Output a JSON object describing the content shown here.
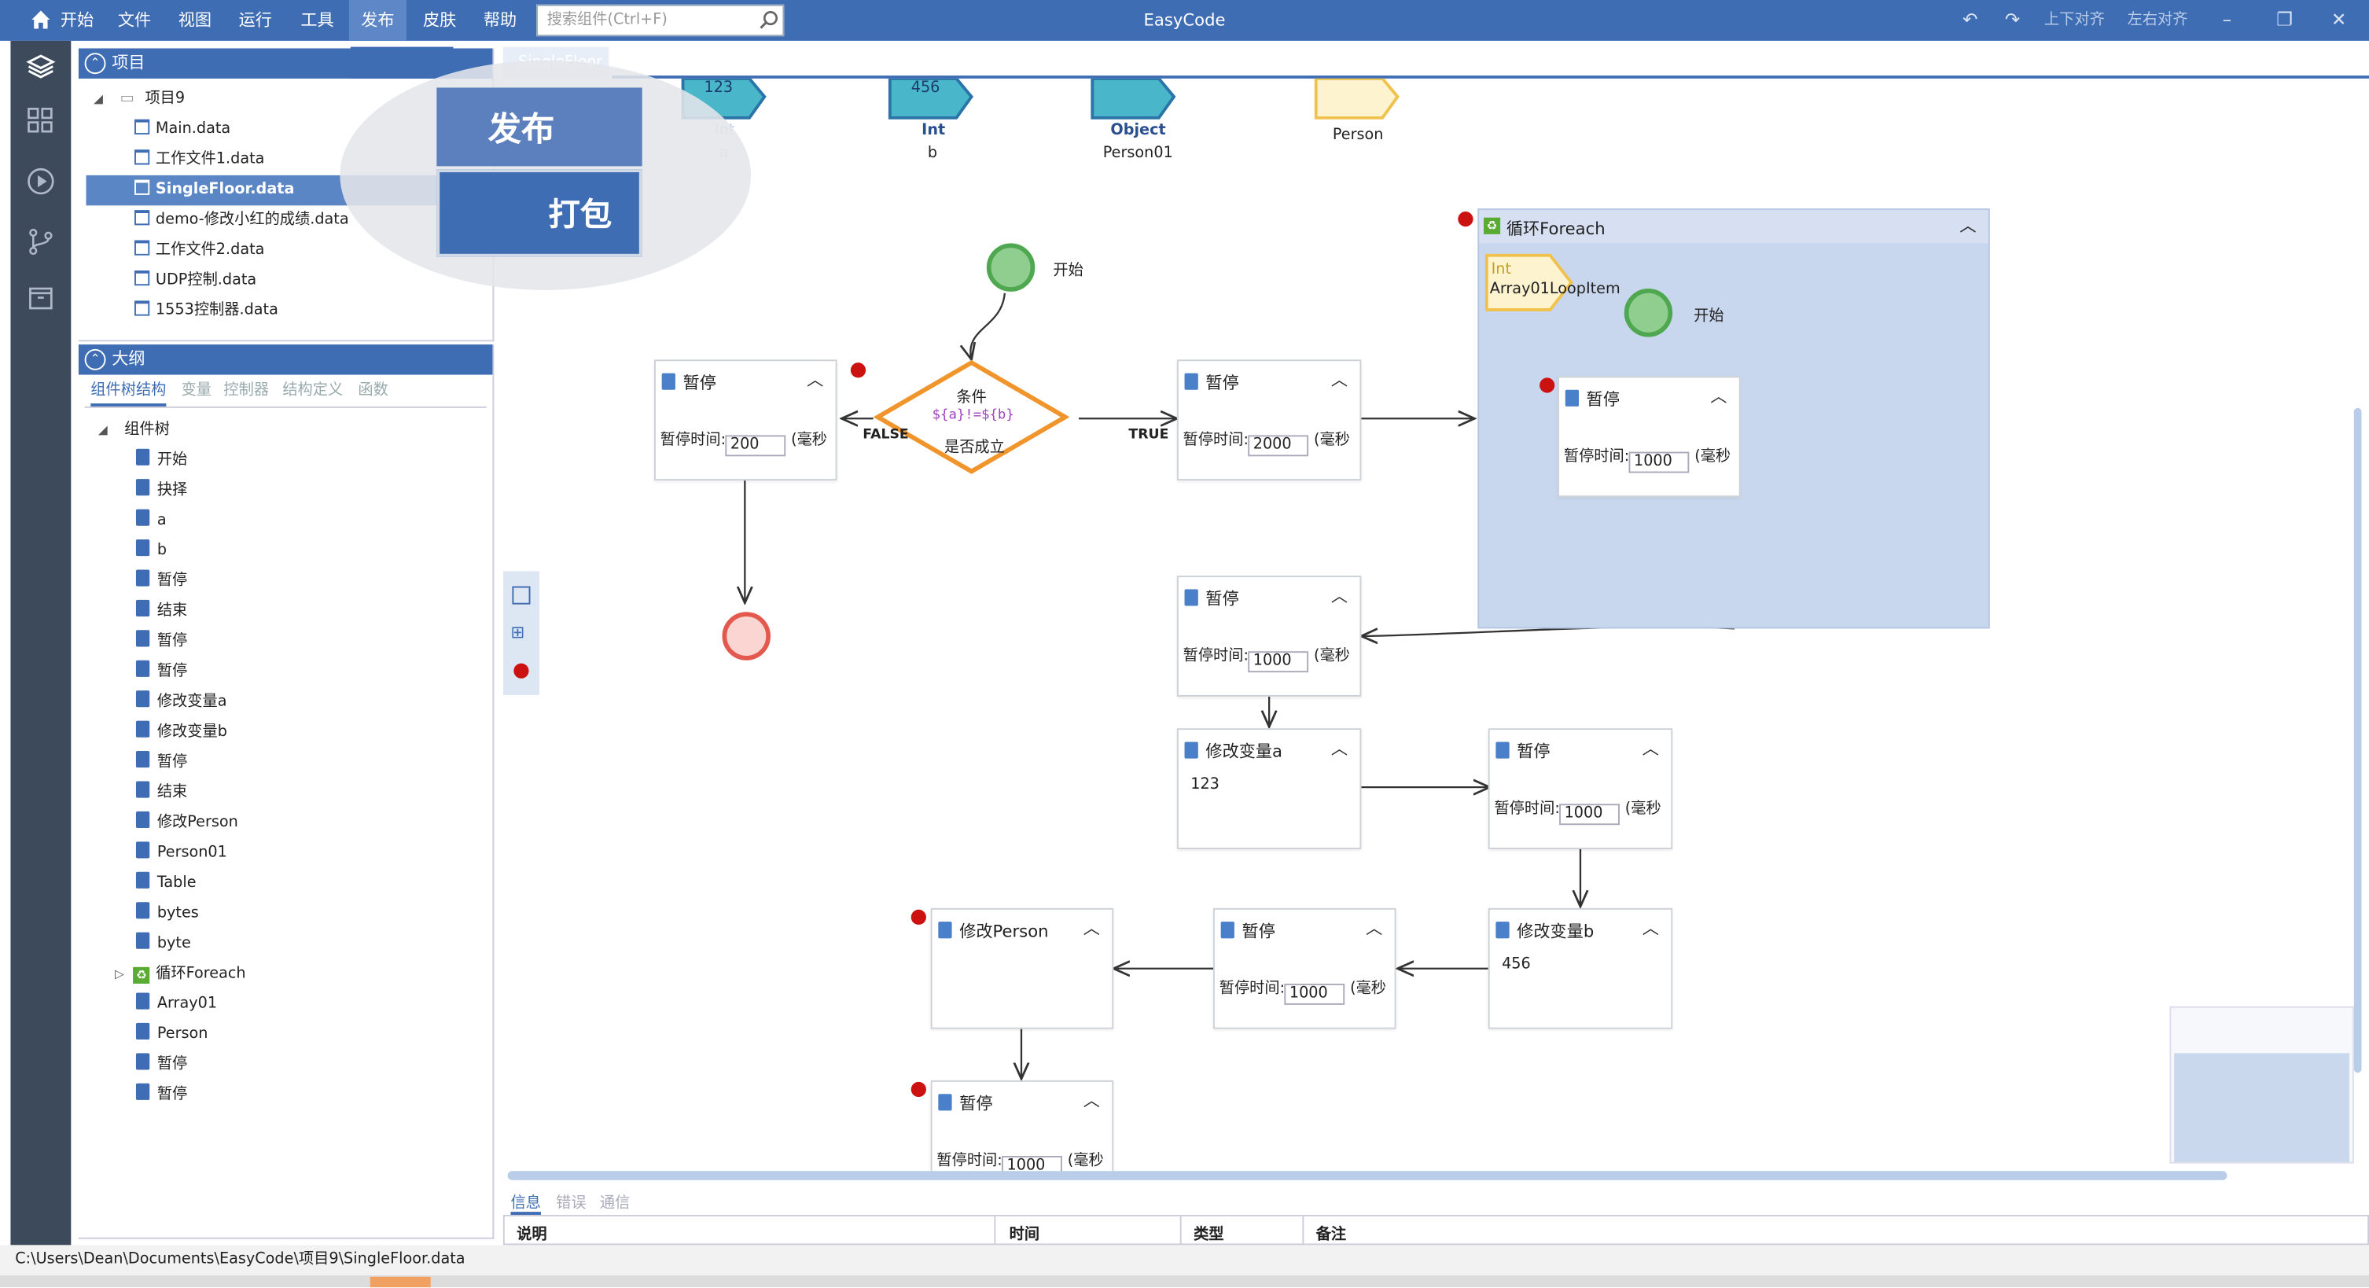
{
  "menu": {
    "home": "开始",
    "file": "文件",
    "view": "视图",
    "run": "运行",
    "tools": "工具",
    "publish": "发布",
    "skin": "皮肤",
    "help": "帮助"
  },
  "search": {
    "placeholder": "搜索组件(Ctrl+F)"
  },
  "app_title": "EasyCode",
  "toolbar_right": {
    "align_vertical": "上下对齐",
    "align_horizontal": "左右对齐"
  },
  "publish_dropdown": {
    "pack": "打包"
  },
  "tab_ghost": "SingleFloor",
  "magnifier": {
    "publish": "发布",
    "pack": "打包"
  },
  "project_panel": {
    "title": "项目",
    "root": "项目9",
    "files": [
      "Main.data",
      "工作文件1.data",
      "SingleFloor.data",
      "demo-修改小红的成绩.data",
      "工作文件2.data",
      "UDP控制.data",
      "1553控制器.data"
    ],
    "selected": "SingleFloor.data"
  },
  "outline_panel": {
    "title": "大纲",
    "tabs": [
      "组件树结构",
      "变量",
      "控制器",
      "结构定义",
      "函数"
    ],
    "root": "组件树",
    "items": [
      "开始",
      "抉择",
      "a",
      "b",
      "暂停",
      "结束",
      "暂停",
      "暂停",
      "修改变量a",
      "修改变量b",
      "暂停",
      "结束",
      "修改Person",
      "Person01",
      "Table",
      "bytes",
      "byte",
      "循环Foreach",
      "Array01",
      "Person",
      "暂停",
      "暂停"
    ]
  },
  "canvas": {
    "vars": [
      {
        "value": "123",
        "type": "Int",
        "name": "a"
      },
      {
        "value": "456",
        "type": "Int",
        "name": "b"
      },
      {
        "value": "",
        "type": "Object",
        "name": "Person01"
      },
      {
        "value": "",
        "type": "",
        "name": "Person"
      }
    ],
    "start_label": "开始",
    "condition": {
      "title": "条件",
      "expr": "${a}!=${b}",
      "text": "是否成立",
      "false_label": "FALSE",
      "true_label": "TRUE"
    },
    "pause_title": "暂停",
    "pause_field": "暂停时间:",
    "unit": "(毫秒",
    "pause_values": {
      "left": "200",
      "right": "2000",
      "loop": "1000",
      "mid": "1000",
      "r2": "1000",
      "r3": "1000",
      "bottom": "1000"
    },
    "modify_a": {
      "title": "修改变量a",
      "value": "123"
    },
    "modify_b": {
      "title": "修改变量b",
      "value": "456"
    },
    "modify_person": {
      "title": "修改Person"
    },
    "loop": {
      "title": "循环Foreach",
      "var_type": "Int",
      "var_name": "Array01LoopItem",
      "start_label": "开始"
    }
  },
  "bottom_tabs": [
    "信息",
    "错误",
    "通信"
  ],
  "grid_columns": [
    "说明",
    "时间",
    "类型",
    "备注"
  ],
  "status_path": "C:\\Users\\Dean\\Documents\\EasyCode\\项目9\\SingleFloor.data"
}
